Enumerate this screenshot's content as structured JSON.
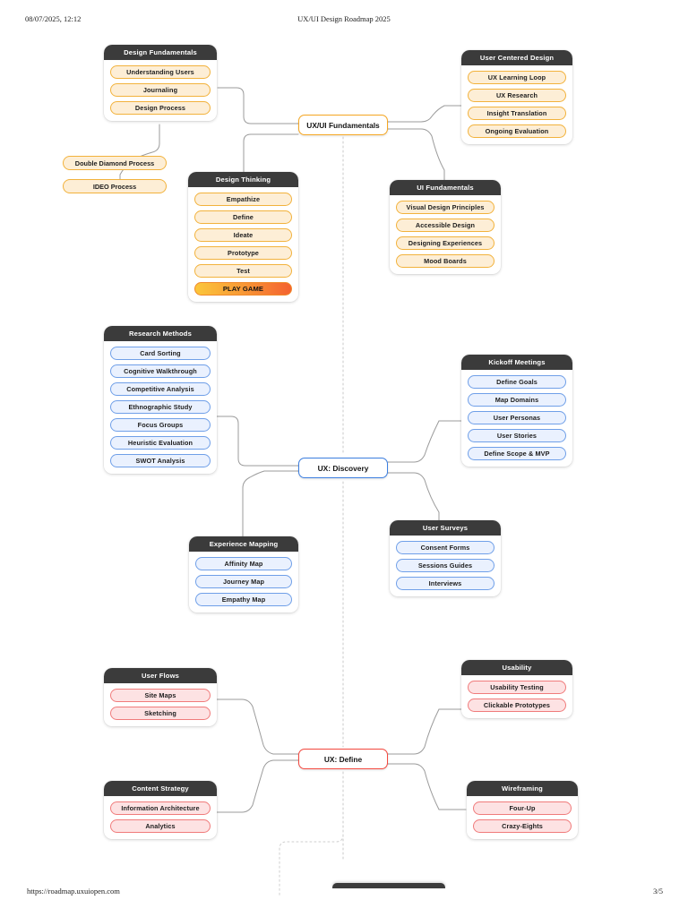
{
  "print": {
    "date": "08/07/2025, 12:12",
    "title": "UX/UI Design Roadmap 2025",
    "url": "https://roadmap.uxuiopen.com",
    "page": "3/5"
  },
  "theme": {
    "orange_border": "#f2b23c",
    "orange_fill": "#fdeed6",
    "blue_border": "#6f9fe8",
    "blue_fill": "#eaf1fe",
    "pink_border": "#f07b7b",
    "pink_fill": "#fde2e3",
    "header_bg": "#3b3b3b",
    "hub_orange": "#f6a723",
    "hub_blue": "#3d7fe0",
    "hub_pink": "#f4483f",
    "connector": "#9b9b9b"
  },
  "hubs": [
    {
      "label": "UX/UI Fundamentals"
    },
    {
      "label": "UX: Discovery"
    },
    {
      "label": "UX: Define"
    }
  ],
  "loose_nodes": [
    {
      "label": "Double Diamond Process"
    },
    {
      "label": "IDEO Process"
    }
  ],
  "cards": [
    {
      "title": "Design Fundamentals",
      "items": [
        {
          "label": "Understanding Users"
        },
        {
          "label": "Journaling"
        },
        {
          "label": "Design Process"
        }
      ]
    },
    {
      "title": "Design Thinking",
      "items": [
        {
          "label": "Empathize"
        },
        {
          "label": "Define"
        },
        {
          "label": "Ideate"
        },
        {
          "label": "Prototype"
        },
        {
          "label": "Test"
        },
        {
          "label": "PLAY GAME"
        }
      ]
    },
    {
      "title": "User Centered Design",
      "items": [
        {
          "label": "UX Learning Loop"
        },
        {
          "label": "UX Research"
        },
        {
          "label": "Insight Translation"
        },
        {
          "label": "Ongoing Evaluation"
        }
      ]
    },
    {
      "title": "UI Fundamentals",
      "items": [
        {
          "label": "Visual Design Principles"
        },
        {
          "label": "Accessible Design"
        },
        {
          "label": "Designing Experiences"
        },
        {
          "label": "Mood Boards"
        }
      ]
    },
    {
      "title": "Research Methods",
      "items": [
        {
          "label": "Card Sorting"
        },
        {
          "label": "Cognitive Walkthrough"
        },
        {
          "label": "Competitive Analysis"
        },
        {
          "label": "Ethnographic Study"
        },
        {
          "label": "Focus Groups"
        },
        {
          "label": "Heuristic Evaluation"
        },
        {
          "label": "SWOT Analysis"
        }
      ]
    },
    {
      "title": "Kickoff Meetings",
      "items": [
        {
          "label": "Define Goals"
        },
        {
          "label": "Map Domains"
        },
        {
          "label": "User Personas"
        },
        {
          "label": "User Stories"
        },
        {
          "label": "Define Scope & MVP"
        }
      ]
    },
    {
      "title": "Experience Mapping",
      "items": [
        {
          "label": "Affinity Map"
        },
        {
          "label": "Journey Map"
        },
        {
          "label": "Empathy Map"
        }
      ]
    },
    {
      "title": "User Surveys",
      "items": [
        {
          "label": "Consent Forms"
        },
        {
          "label": "Sessions Guides"
        },
        {
          "label": "Interviews"
        }
      ]
    },
    {
      "title": "User Flows",
      "items": [
        {
          "label": "Site Maps"
        },
        {
          "label": "Sketching"
        }
      ]
    },
    {
      "title": "Content Strategy",
      "items": [
        {
          "label": "Information Architecture"
        },
        {
          "label": "Analytics"
        }
      ]
    },
    {
      "title": "Usability",
      "items": [
        {
          "label": "Usability Testing"
        },
        {
          "label": "Clickable Prototypes"
        }
      ]
    },
    {
      "title": "Wireframing",
      "items": [
        {
          "label": "Four-Up"
        },
        {
          "label": "Crazy-Eights"
        }
      ]
    }
  ]
}
